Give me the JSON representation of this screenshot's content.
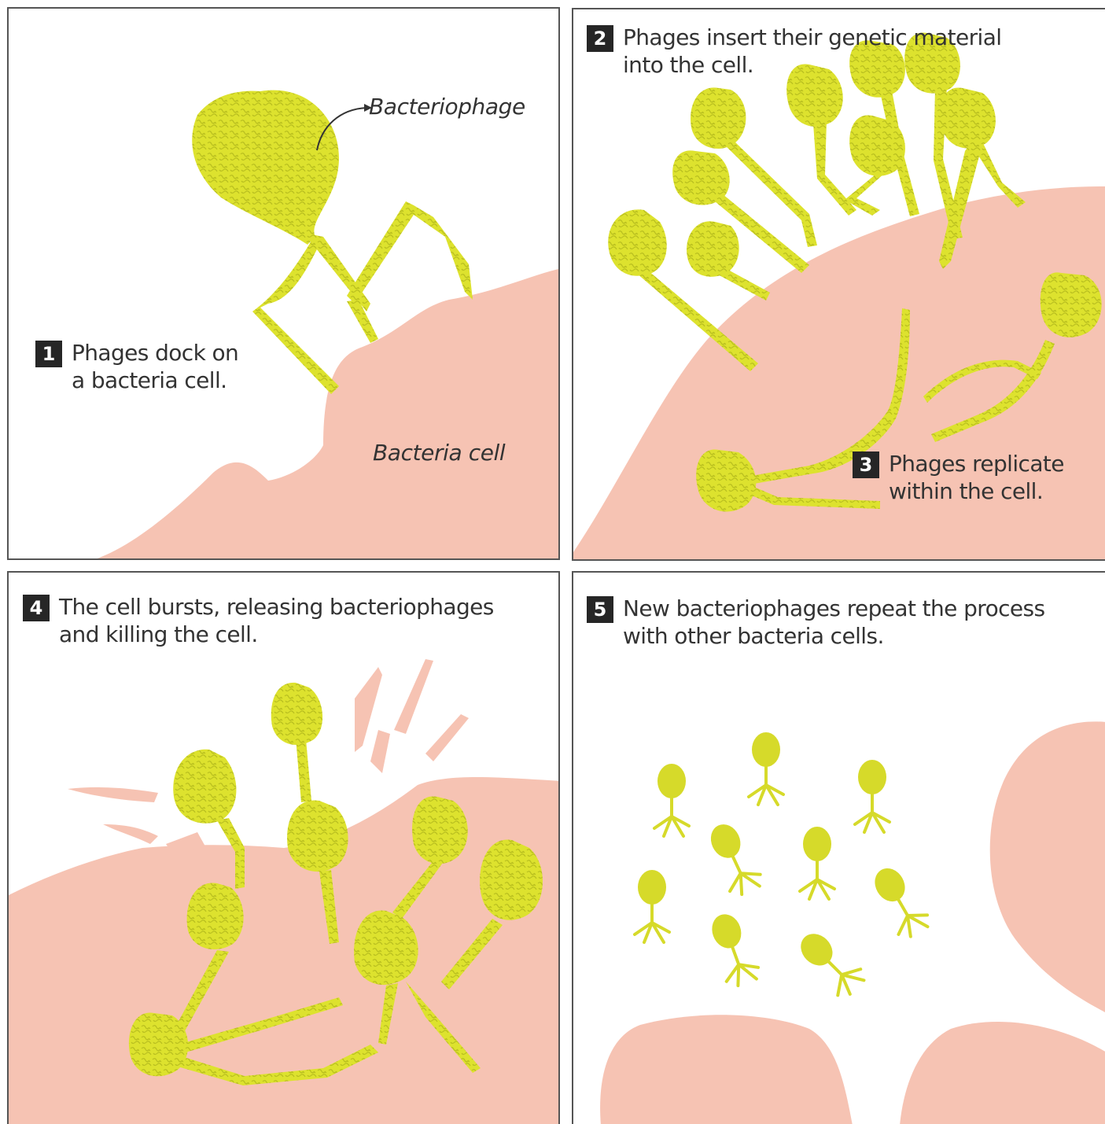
{
  "steps": [
    {
      "number": "1",
      "line1": "Phages dock on",
      "line2": "a bacteria cell."
    },
    {
      "number": "2",
      "line1": "Phages insert their genetic material",
      "line2": "into the cell."
    },
    {
      "number": "3",
      "line1": "Phages replicate",
      "line2": "within the cell."
    },
    {
      "number": "4",
      "line1": "The cell bursts, releasing bacteriophages",
      "line2": "and killing the cell."
    },
    {
      "number": "5",
      "line1": "New bacteriophages repeat the process",
      "line2": "with other bacteria cells."
    }
  ],
  "labels": {
    "bacteriophage": "Bacteriophage",
    "bacteria_cell": "Bacteria cell"
  },
  "colors": {
    "phage": "#dde22e",
    "phage_texture": "#b9bf1f",
    "cell": "#f6c3b3",
    "number_box": "#262626",
    "border": "#555555"
  }
}
